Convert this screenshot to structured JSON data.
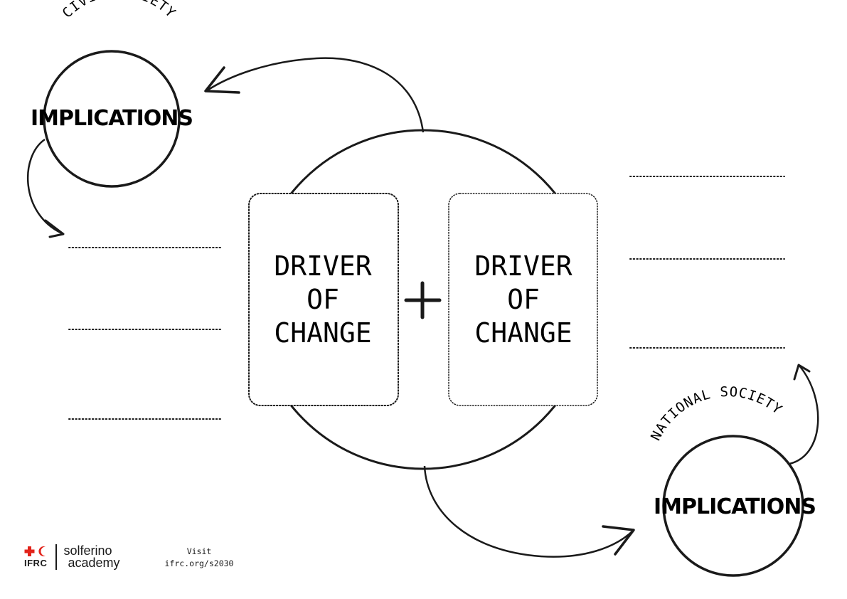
{
  "civil_society": {
    "arc_label": "CIVIL SOCIETY",
    "title": "IMPLICATIONS"
  },
  "national_society": {
    "arc_label": "NATIONAL SOCIETY",
    "title": "IMPLICATIONS"
  },
  "drivers": {
    "left": {
      "lines": [
        "DRIVER",
        "OF",
        "CHANGE"
      ]
    },
    "plus": "+",
    "right": {
      "lines": [
        "DRIVER",
        "OF",
        "CHANGE"
      ]
    }
  },
  "footer": {
    "logo": {
      "org": "IFRC",
      "name_line1": "solferino",
      "name_line2": "academy"
    },
    "visit_label": "Visit",
    "visit_url": "ifrc.org/s2030"
  },
  "icons": [
    "red-cross-crescent-icon",
    "arrow-icon"
  ],
  "colors": {
    "ink": "#1a1a1a",
    "logo_red": "#e2231a",
    "background": "#ffffff"
  }
}
